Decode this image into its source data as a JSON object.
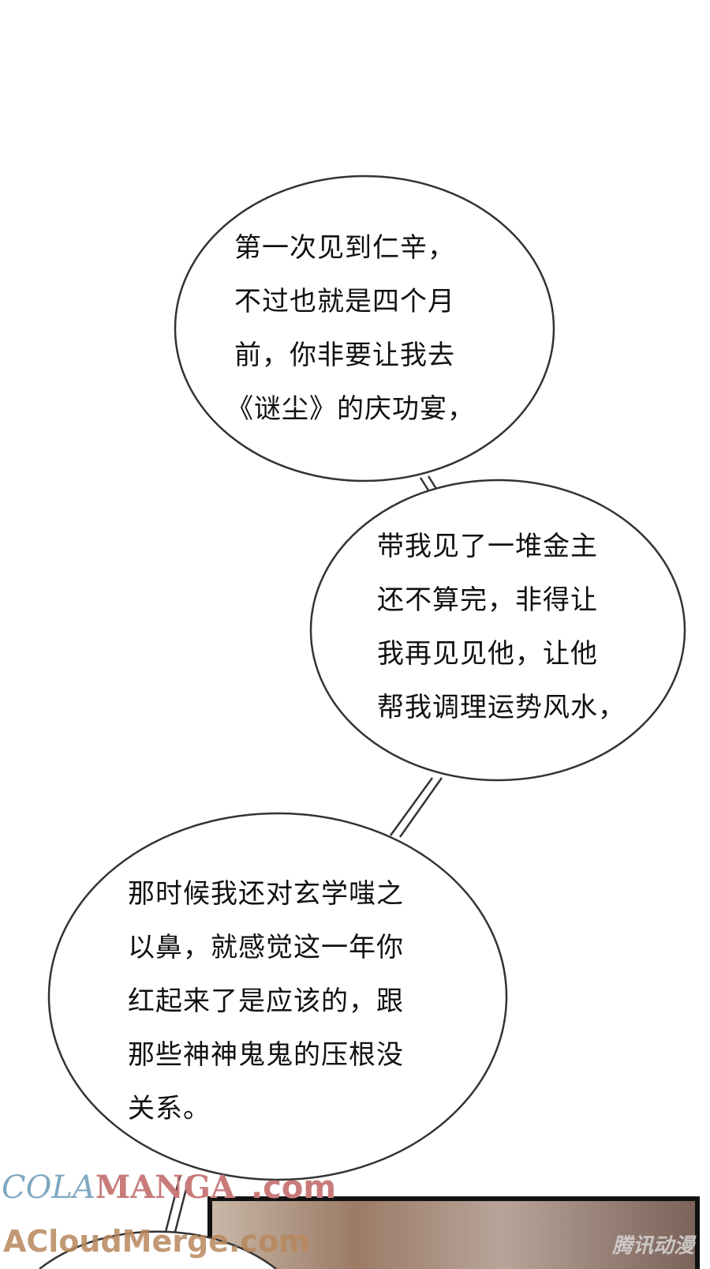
{
  "bubbles": [
    {
      "lines": [
        "第一次见到仁辛，",
        "不过也就是四个月",
        "前，你非要让我去",
        "《谜尘》的庆功宴，"
      ]
    },
    {
      "lines": [
        "带我见了一堆金主",
        "还不算完，非得让",
        "我再见见他，让他",
        "帮我调理运势风水，"
      ]
    },
    {
      "lines": [
        "那时候我还对玄学嗤之",
        "以鼻，就感觉这一年你",
        "红起来了是应该的，跟",
        "那些神神鬼鬼的压根没",
        "关系。"
      ]
    }
  ],
  "watermark": {
    "part1": "COLA",
    "part2": "MANGA",
    "part3": ".com",
    "line2": "ACloudMerge.com"
  },
  "publisher_logo": "腾讯动漫",
  "colors": {
    "bubble_stroke": "#333333",
    "panel_border": "#111111",
    "panel_fill": "#8a6e5e"
  }
}
